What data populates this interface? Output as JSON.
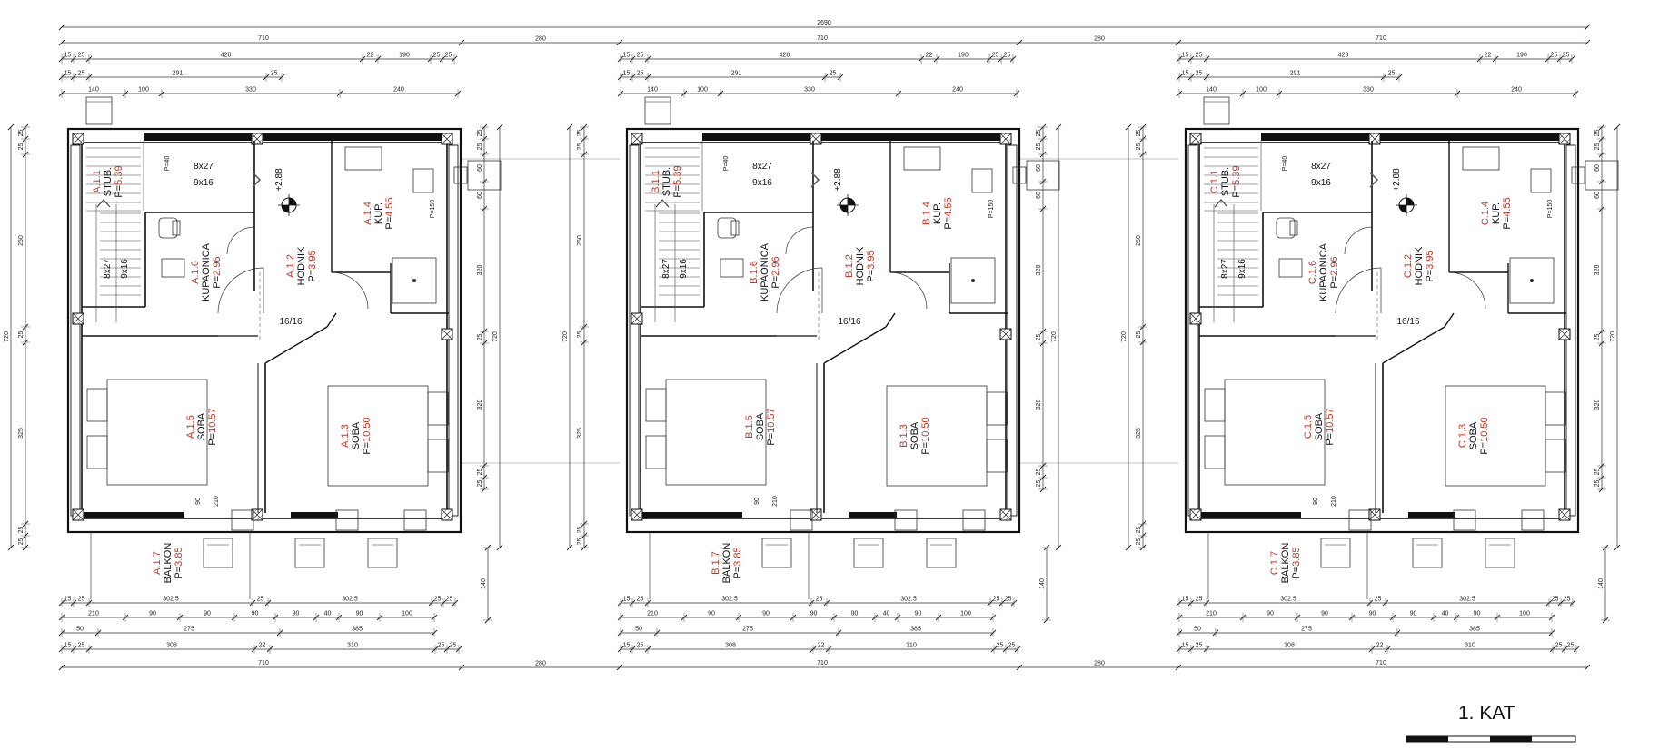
{
  "title": "1. KAT",
  "colors": {
    "wall": "#111111",
    "line": "#333333",
    "room_code": "#c0392b",
    "text": "#111111"
  },
  "overall_top": "2690",
  "gap_dim": "280",
  "units": [
    {
      "id": "A",
      "rooms": [
        {
          "code": "A.1.1",
          "name": "STUB.",
          "area": "5.39"
        },
        {
          "code": "A.1.2",
          "name": "HODNIK",
          "area": "3.95"
        },
        {
          "code": "A.1.3",
          "name": "SOBA",
          "area": "10.50"
        },
        {
          "code": "A.1.4",
          "name": "KUP.",
          "area": "4.55"
        },
        {
          "code": "A.1.5",
          "name": "SOBA",
          "area": "10.57"
        },
        {
          "code": "A.1.6",
          "name": "KUPAONICA",
          "area": "2.96"
        },
        {
          "code": "A.1.7",
          "name": "BALKON",
          "area": "3.85"
        }
      ]
    },
    {
      "id": "B",
      "rooms": [
        {
          "code": "B.1.1",
          "name": "STUB.",
          "area": "5.39"
        },
        {
          "code": "B.1.2",
          "name": "HODNIK",
          "area": "3.95"
        },
        {
          "code": "B.1.3",
          "name": "SOBA",
          "area": "10.50"
        },
        {
          "code": "B.1.4",
          "name": "KUP.",
          "area": "4.55"
        },
        {
          "code": "B.1.5",
          "name": "SOBA",
          "area": "10.57"
        },
        {
          "code": "B.1.6",
          "name": "KUPAONICA",
          "area": "2.96"
        },
        {
          "code": "B.1.7",
          "name": "BALKON",
          "area": "3.85"
        }
      ]
    },
    {
      "id": "C",
      "rooms": [
        {
          "code": "C.1.1",
          "name": "STUB.",
          "area": "5.39"
        },
        {
          "code": "C.1.2",
          "name": "HODNIK",
          "area": "3.95"
        },
        {
          "code": "C.1.3",
          "name": "SOBA",
          "area": "10.50"
        },
        {
          "code": "C.1.4",
          "name": "KUP.",
          "area": "4.55"
        },
        {
          "code": "C.1.5",
          "name": "SOBA",
          "area": "10.57"
        },
        {
          "code": "C.1.6",
          "name": "KUPAONICA",
          "area": "2.96"
        },
        {
          "code": "C.1.7",
          "name": "BALKON",
          "area": "3.85"
        }
      ]
    }
  ],
  "unit_labels": {
    "area_prefix": "P=",
    "stair_top": "8x27",
    "stair_bottom": "9x16",
    "stair_side_a": "8x27",
    "stair_side_b": "9x16",
    "level_mark": "+2.88",
    "door_mark": "16/16",
    "kup_window": "P=150",
    "stub_window": "P=40"
  },
  "dims": {
    "top1": {
      "total": "710"
    },
    "top2": [
      "15",
      "25",
      "428",
      "22",
      "190",
      "25",
      "25"
    ],
    "top3": [
      "15",
      "25",
      "291",
      "25"
    ],
    "top4": [
      "140",
      "100",
      "330",
      "240"
    ],
    "bot1": [
      "15",
      "25",
      "302.5",
      "25",
      "302.5",
      "25",
      "25"
    ],
    "bot2": [
      "210",
      "90",
      "90",
      "90",
      "90",
      "40",
      "90",
      "100"
    ],
    "bot3": [
      "50",
      "275",
      "385"
    ],
    "bot4": [
      "15",
      "25",
      "308",
      "22",
      "310",
      "25",
      "25"
    ],
    "bot5": {
      "total": "710"
    },
    "left": [
      "25",
      "25",
      "250",
      "25",
      "325",
      "25",
      "25"
    ],
    "left_total": "720",
    "right": [
      "25",
      "25",
      "60",
      "60",
      "320",
      "25",
      "320",
      "25",
      "25"
    ],
    "right_total": "720",
    "right_balcony": "140",
    "small": [
      "90",
      "210"
    ]
  }
}
